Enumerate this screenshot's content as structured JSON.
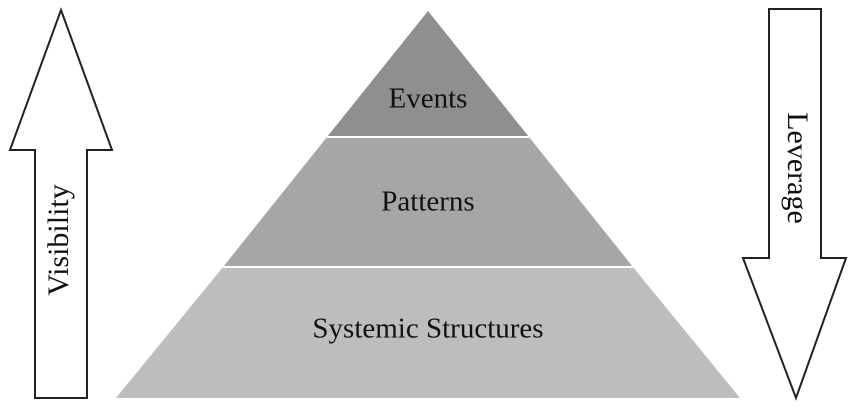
{
  "pyramid": {
    "levels": [
      {
        "label": "Events",
        "color": "#8f8f8f"
      },
      {
        "label": "Patterns",
        "color": "#a6a6a6"
      },
      {
        "label": "Systemic Structures",
        "color": "#bdbdbd"
      }
    ]
  },
  "arrows": {
    "left": {
      "label": "Visibility",
      "direction": "up"
    },
    "right": {
      "label": "Leverage",
      "direction": "down"
    }
  },
  "colors": {
    "outline": "#222222",
    "divider": "#ffffff",
    "text": "#111111"
  }
}
